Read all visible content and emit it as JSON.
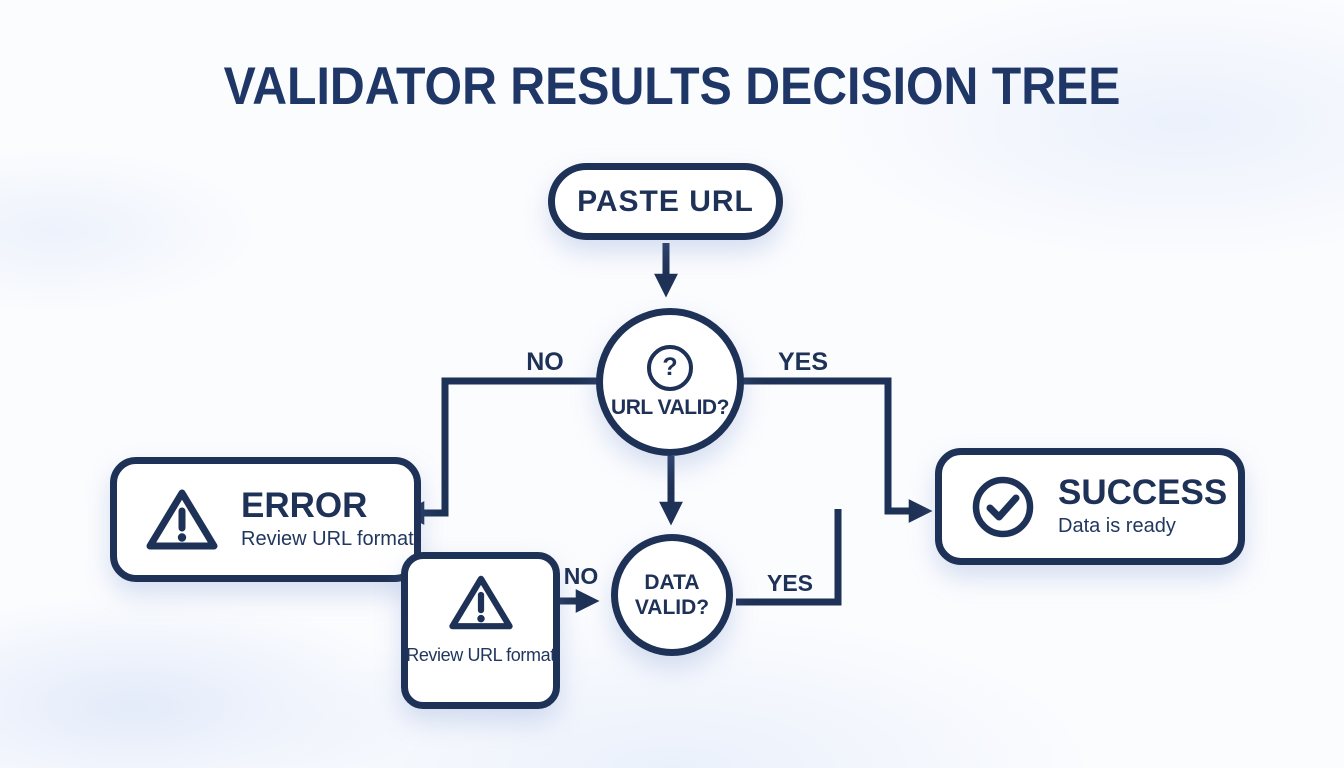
{
  "title": "VALIDATOR RESULTS DECISION TREE",
  "colors": {
    "navy": "#1e3156",
    "title_navy": "#1f3767",
    "node_fill": "#ffffff",
    "background": "#fbfcfe"
  },
  "nodes": {
    "start": {
      "label": "PASTE URL"
    },
    "url_valid": {
      "icon": "question-circle-icon",
      "question_mark": "?",
      "label": "URL VALID?"
    },
    "error": {
      "icon": "warning-triangle-icon",
      "title": "ERROR",
      "subtitle": "Review URL format"
    },
    "success": {
      "icon": "check-circle-icon",
      "title": "SUCCESS",
      "subtitle": "Data is ready"
    },
    "data_valid": {
      "label_line1": "DATA",
      "label_line2": "VALID?"
    },
    "review": {
      "icon": "warning-triangle-icon",
      "label": "Review URL format"
    }
  },
  "edge_labels": {
    "url_valid_no": "NO",
    "url_valid_yes": "YES",
    "data_valid_no": "NO",
    "data_valid_yes": "YES"
  }
}
